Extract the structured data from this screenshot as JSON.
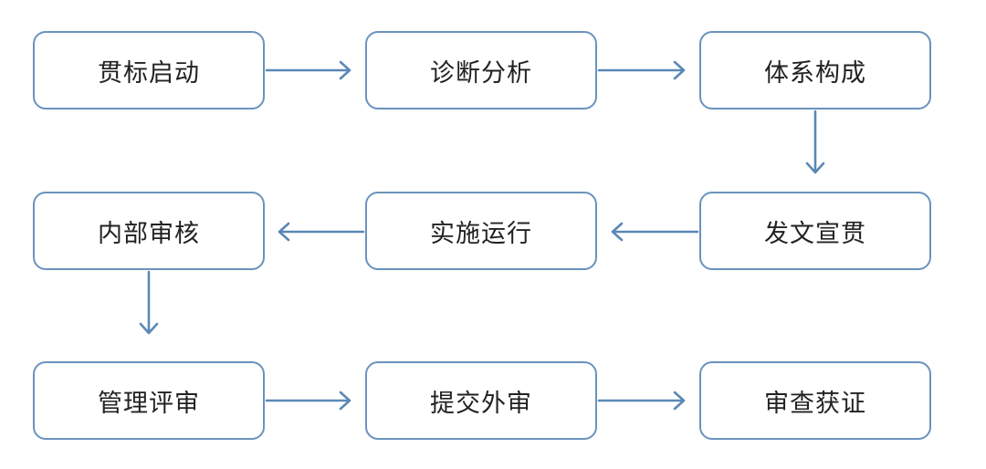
{
  "diagram": {
    "row1": {
      "step1": "贯标启动",
      "step2": "诊断分析",
      "step3": "体系构成"
    },
    "row2": {
      "step4": "发文宣贯",
      "step5": "实施运行",
      "step6": "内部审核"
    },
    "row3": {
      "step7": "管理评审",
      "step8": "提交外审",
      "step9": "审查获证"
    },
    "colors": {
      "border": "#6a93bd",
      "arrow": "#5b88b6",
      "text": "#222222"
    }
  }
}
